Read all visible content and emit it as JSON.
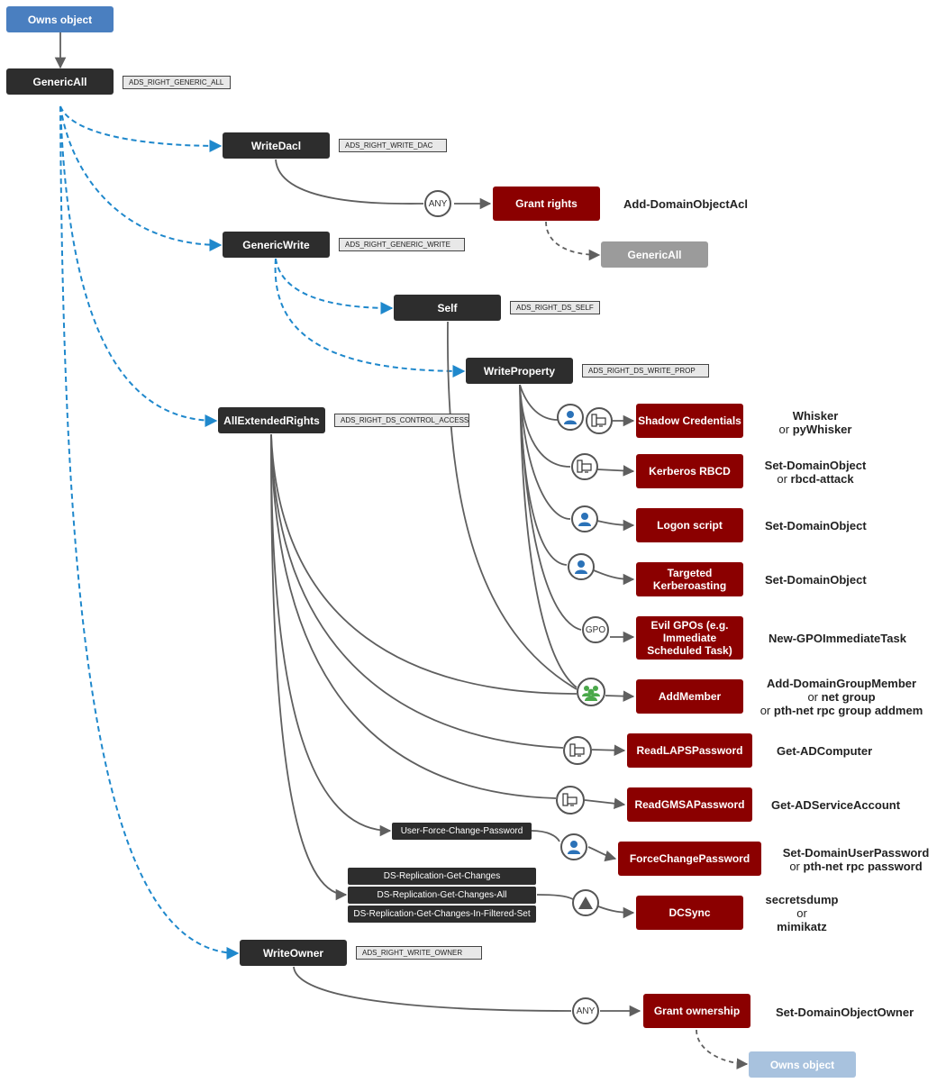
{
  "nodes": {
    "owns_object": "Owns object",
    "generic_all": "GenericAll",
    "write_dacl": "WriteDacl",
    "generic_write": "GenericWrite",
    "self": "Self",
    "write_property": "WriteProperty",
    "all_extended_rights": "AllExtendedRights",
    "write_owner": "WriteOwner",
    "grant_rights": "Grant rights",
    "generic_all_result": "GenericAll",
    "shadow_credentials": "Shadow Credentials",
    "kerberos_rbcd": "Kerberos RBCD",
    "logon_script": "Logon script",
    "targeted_kerberoasting": "Targeted Kerberoasting",
    "evil_gpos": "Evil GPOs (e.g. Immediate Scheduled Task)",
    "add_member": "AddMember",
    "read_laps_password": "ReadLAPSPassword",
    "read_gmsa_password": "ReadGMSAPassword",
    "force_change_password": "ForceChangePassword",
    "dcsync": "DCSync",
    "grant_ownership": "Grant ownership",
    "owns_object_result": "Owns object"
  },
  "rights_labels": {
    "generic_all": "ADS_RIGHT_GENERIC_ALL",
    "write_dacl": "ADS_RIGHT_WRITE_DAC",
    "generic_write": "ADS_RIGHT_GENERIC_WRITE",
    "self": "ADS_RIGHT_DS_SELF",
    "write_property": "ADS_RIGHT_DS_WRITE_PROP",
    "all_extended_rights": "ADS_RIGHT_DS_CONTROL_ACCESS",
    "write_owner": "ADS_RIGHT_WRITE_OWNER"
  },
  "extended_rights": {
    "user_force_change_password": "User-Force-Change-Password",
    "ds_replication_get_changes": "DS-Replication-Get-Changes",
    "ds_replication_get_changes_all": "DS-Replication-Get-Changes-All",
    "ds_replication_get_changes_filtered": "DS-Replication-Get-Changes-In-Filtered-Set"
  },
  "any_label": "ANY",
  "gpo_label": "GPO",
  "or_word": "or",
  "tools": {
    "add_domain_object_acl": "Add-DomainObjectAcl",
    "whisker": "Whisker",
    "pywhisker": "pyWhisker",
    "set_domain_object": "Set-DomainObject",
    "rbcd_attack": "rbcd-attack",
    "new_gpo_immediate_task": "New-GPOImmediateTask",
    "add_domain_group_member": "Add-DomainGroupMember",
    "net_group": "net group",
    "pth_net_rpc_group_addmem": "pth-net rpc group addmem",
    "get_adcomputer": "Get-ADComputer",
    "get_adservice_account": "Get-ADServiceAccount",
    "set_domain_user_password": "Set-DomainUserPassword",
    "pth_net_rpc_password": "pth-net rpc password",
    "secretsdump": "secretsdump",
    "mimikatz": "mimikatz",
    "set_domain_object_owner": "Set-DomainObjectOwner"
  },
  "colors": {
    "right_node": "#2d2d2d",
    "attack_node": "#8b0000",
    "owns_object": "#4a7fc0",
    "owns_object_result": "#a8c2de",
    "generic_all_result": "#9b9b9b",
    "inheritance_arrow": "#1f88cc",
    "edge": "#5f5f5f",
    "user_icon": "#2b72b8",
    "group_icon": "#4aa84a"
  },
  "icons": [
    "user-icon",
    "computer-icon",
    "group-icon",
    "domain-controller-icon",
    "gpo-icon",
    "any-icon"
  ]
}
